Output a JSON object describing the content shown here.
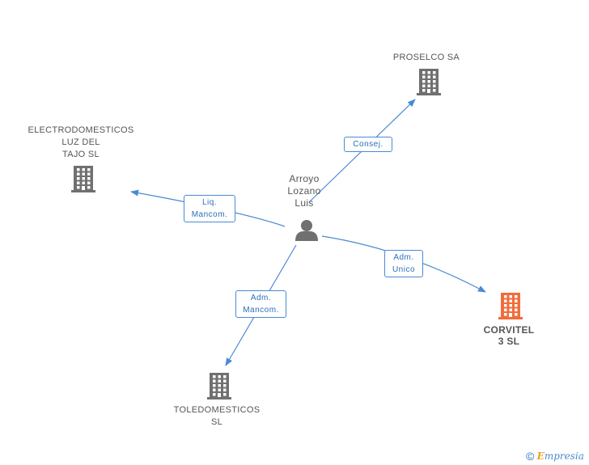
{
  "person": {
    "name_lines": [
      "Arroyo",
      "Lozano",
      "Luis"
    ]
  },
  "companies": [
    {
      "id": "proselco",
      "name_lines": [
        "PROSELCO SA"
      ],
      "highlight": false
    },
    {
      "id": "electro",
      "name_lines": [
        "ELECTRODOMESTICOS",
        "LUZ DEL",
        "TAJO SL"
      ],
      "highlight": false
    },
    {
      "id": "corvitel",
      "name_lines": [
        "CORVITEL",
        "3 SL"
      ],
      "highlight": true
    },
    {
      "id": "toledo",
      "name_lines": [
        "TOLEDOMESTICOS",
        "SL"
      ],
      "highlight": false
    }
  ],
  "relations": [
    {
      "target": "proselco",
      "label_lines": [
        "Consej."
      ]
    },
    {
      "target": "electro",
      "label_lines": [
        "Liq.",
        "Mancom."
      ]
    },
    {
      "target": "corvitel",
      "label_lines": [
        "Adm.",
        "Unico"
      ]
    },
    {
      "target": "toledo",
      "label_lines": [
        "Adm.",
        "Mancom."
      ]
    }
  ],
  "colors": {
    "edge": "#4a8ad4",
    "building": "#707070",
    "building_highlight": "#f26c3a",
    "person_icon": "#707070"
  },
  "icons": {
    "person": "person-icon",
    "company": "building-icon"
  },
  "footer": {
    "copyright_symbol": "©",
    "brand_initial": "E",
    "brand_rest": "mpresia"
  }
}
